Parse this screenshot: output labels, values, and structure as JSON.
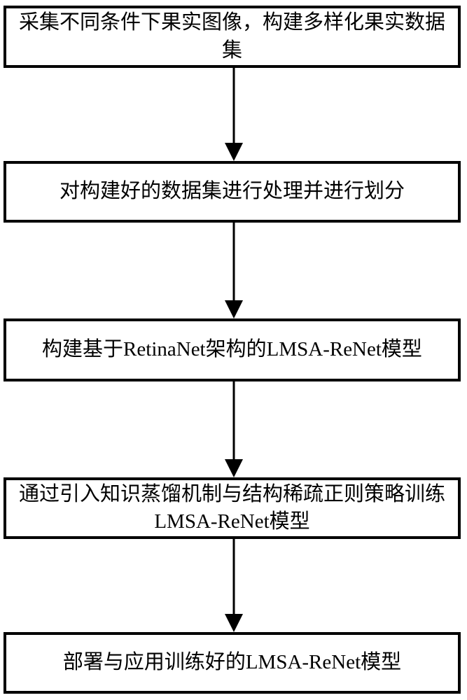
{
  "diagram": {
    "type": "flowchart",
    "direction": "top-down",
    "steps": [
      {
        "id": 1,
        "text": "采集不同条件下果实图像，构建多样化果实数据集"
      },
      {
        "id": 2,
        "text": "对构建好的数据集进行处理并进行划分"
      },
      {
        "id": 3,
        "text": "构建基于RetinaNet架构的LMSA-ReNet模型"
      },
      {
        "id": 4,
        "text": "通过引入知识蒸馏机制与结构稀疏正则策略训练LMSA-ReNet模型"
      },
      {
        "id": 5,
        "text": "部署与应用训练好的LMSA-ReNet模型"
      }
    ],
    "connections": [
      {
        "from": 1,
        "to": 2,
        "style": "solid-arrow-down"
      },
      {
        "from": 2,
        "to": 3,
        "style": "solid-arrow-down"
      },
      {
        "from": 3,
        "to": 4,
        "style": "solid-arrow-down"
      },
      {
        "from": 4,
        "to": 5,
        "style": "solid-arrow-down"
      }
    ],
    "colors": {
      "background": "#ffffff",
      "box_fill": "#ffffff",
      "box_border": "#000000",
      "text": "#000000",
      "arrow": "#000000"
    }
  }
}
